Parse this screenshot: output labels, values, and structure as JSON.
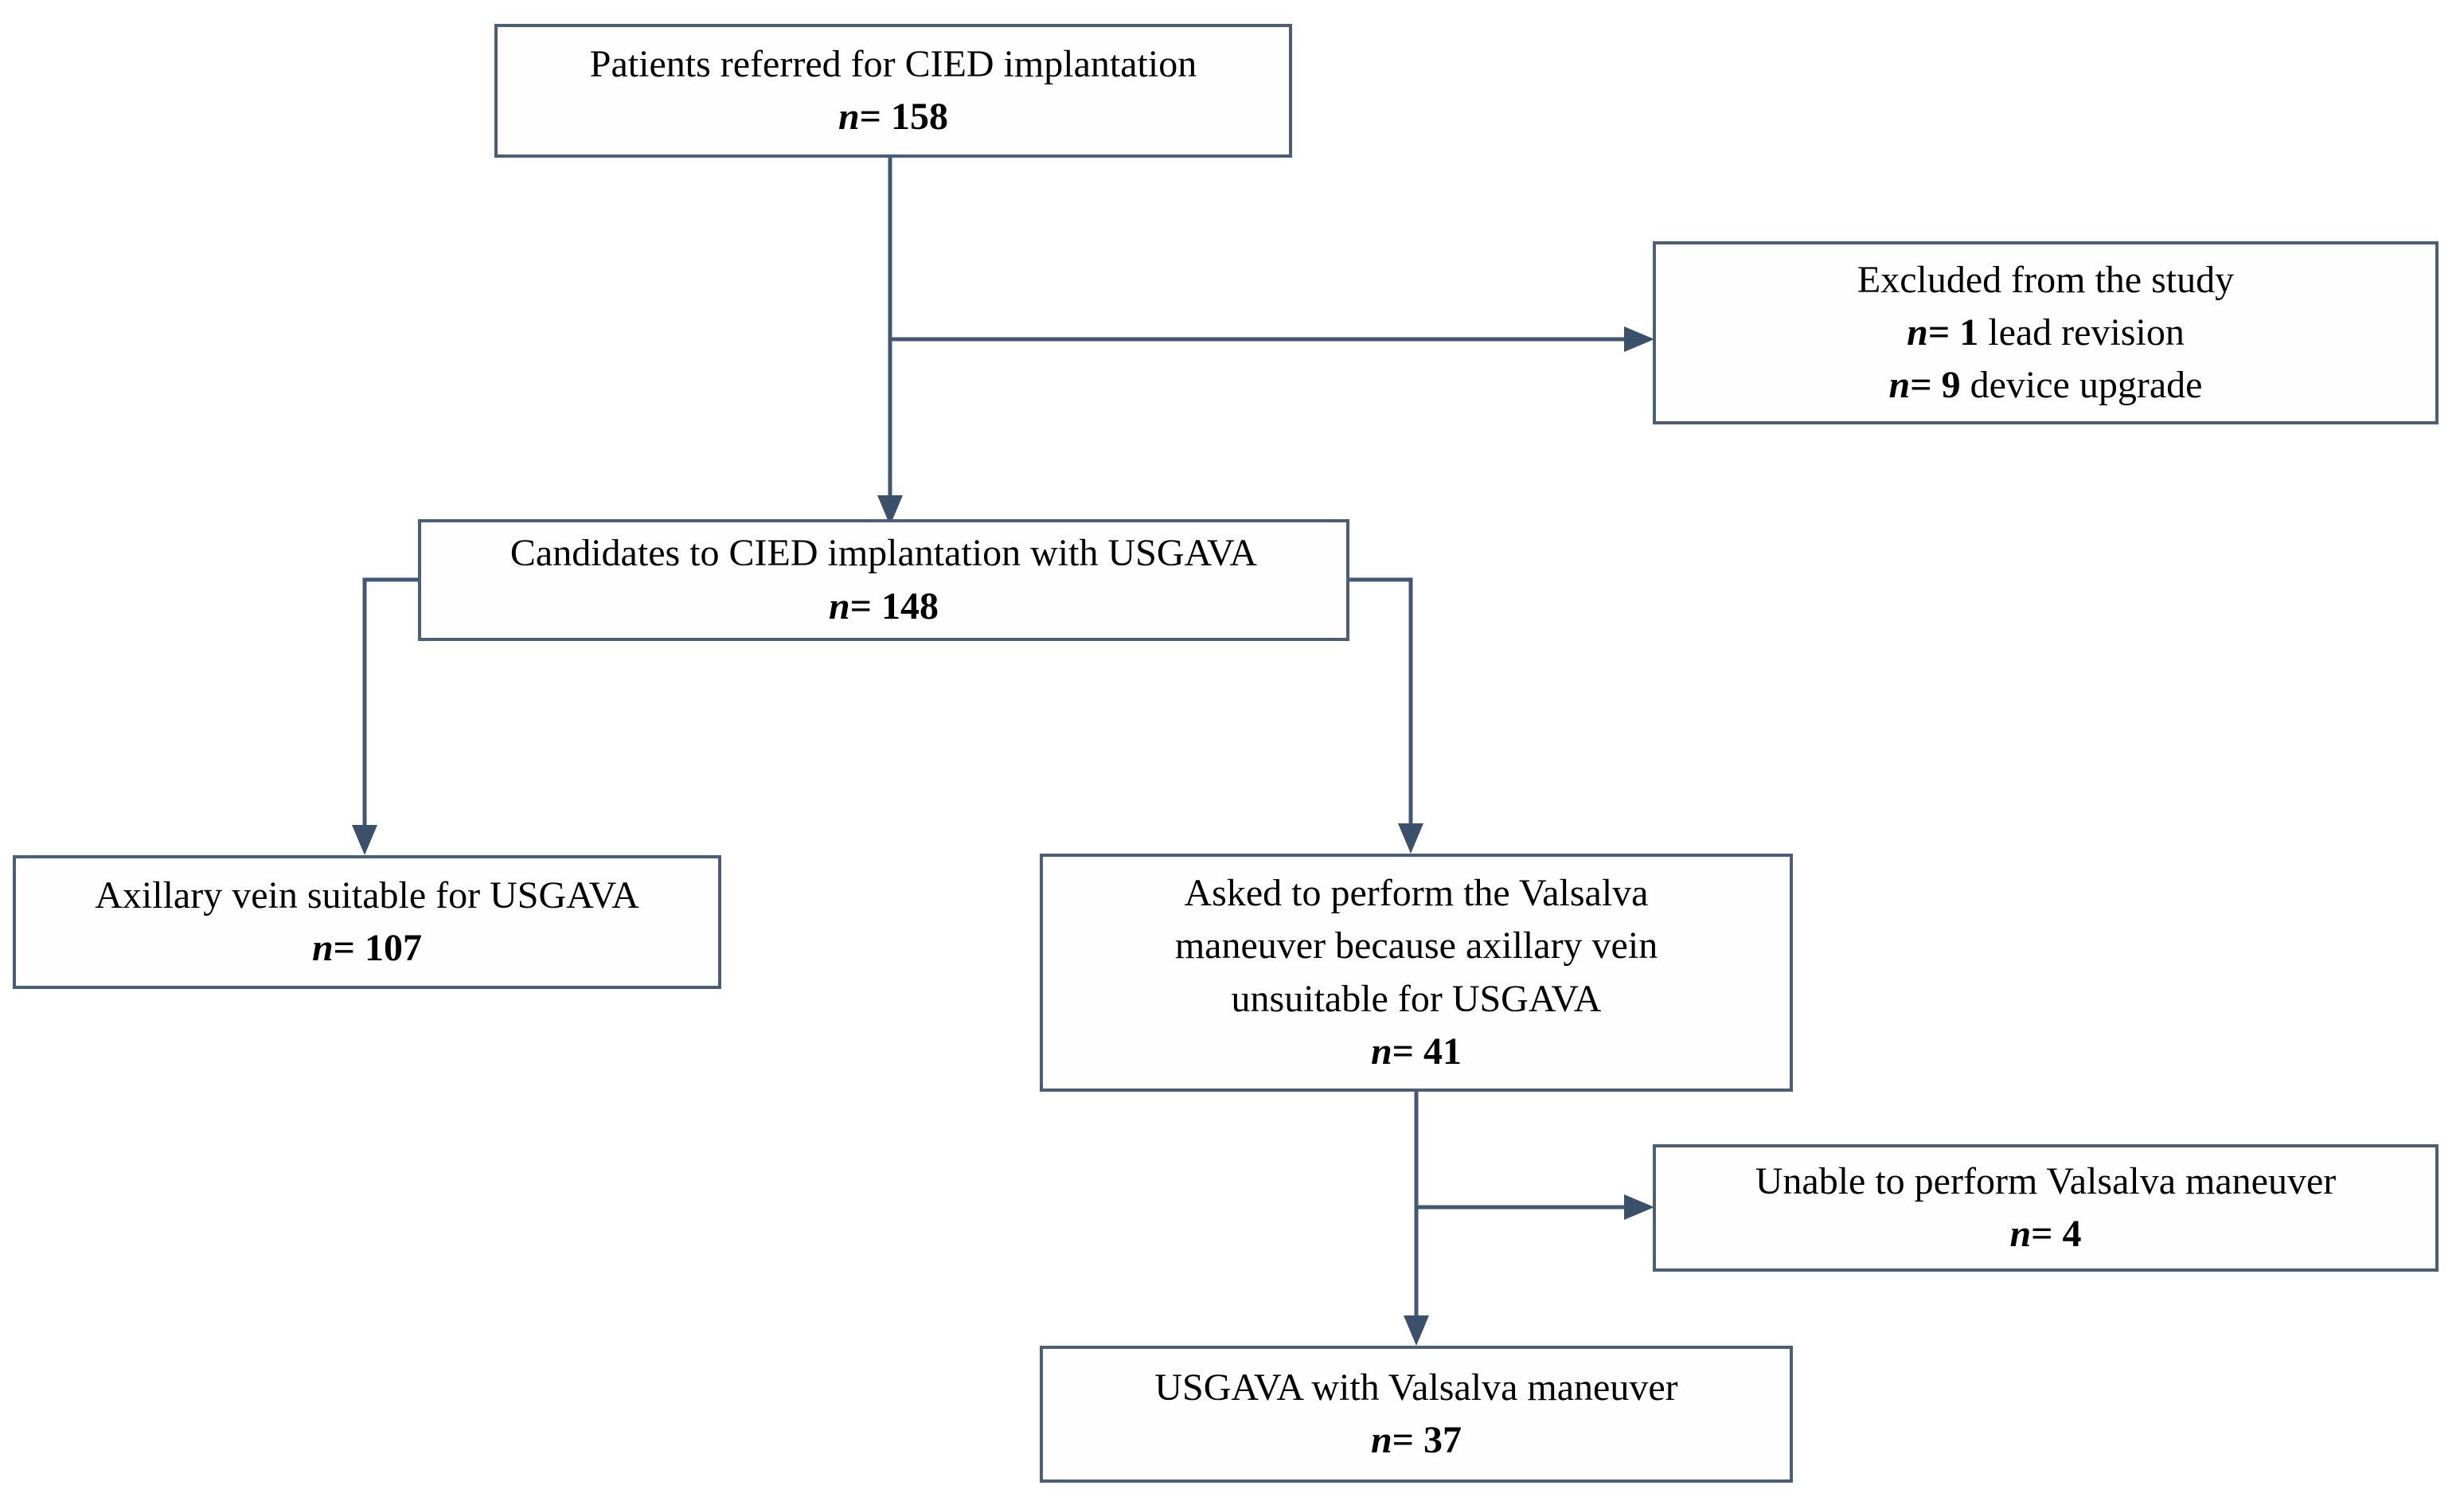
{
  "colors": {
    "connector": "#425872",
    "arrowhead": "#3b506a",
    "box_border": "#4b5e75",
    "box_background": "#fefefe",
    "text": "#000000"
  },
  "nodes": {
    "referred": {
      "text": "Patients referred for CIED implantation",
      "n": "n",
      "value": "= 158"
    },
    "excluded": {
      "text": "Excluded from the study",
      "rows": [
        {
          "n": "n",
          "value": "= 1",
          "label": " lead revision"
        },
        {
          "n": "n",
          "value": "= 9",
          "label": " device upgrade"
        }
      ]
    },
    "candidates": {
      "text": "Candidates to CIED implantation with USGAVA",
      "n": "n",
      "value": "= 148"
    },
    "suitable": {
      "text": "Axillary vein suitable for USGAVA",
      "n": "n",
      "value": "= 107"
    },
    "asked": {
      "lines": [
        "Asked to perform the Valsalva",
        "maneuver because axillary vein",
        "unsuitable for USGAVA"
      ],
      "n": "n",
      "value": "= 41"
    },
    "unable": {
      "text": "Unable to perform Valsalva maneuver",
      "n": "n",
      "value": "= 4"
    },
    "final": {
      "text": "USGAVA with Valsalva maneuver",
      "n": "n",
      "value": "= 37"
    }
  },
  "edges": [
    {
      "from": "referred",
      "to": "candidates"
    },
    {
      "from": "referred",
      "to": "excluded"
    },
    {
      "from": "candidates",
      "to": "suitable"
    },
    {
      "from": "candidates",
      "to": "asked"
    },
    {
      "from": "asked",
      "to": "unable"
    },
    {
      "from": "asked",
      "to": "final"
    }
  ]
}
